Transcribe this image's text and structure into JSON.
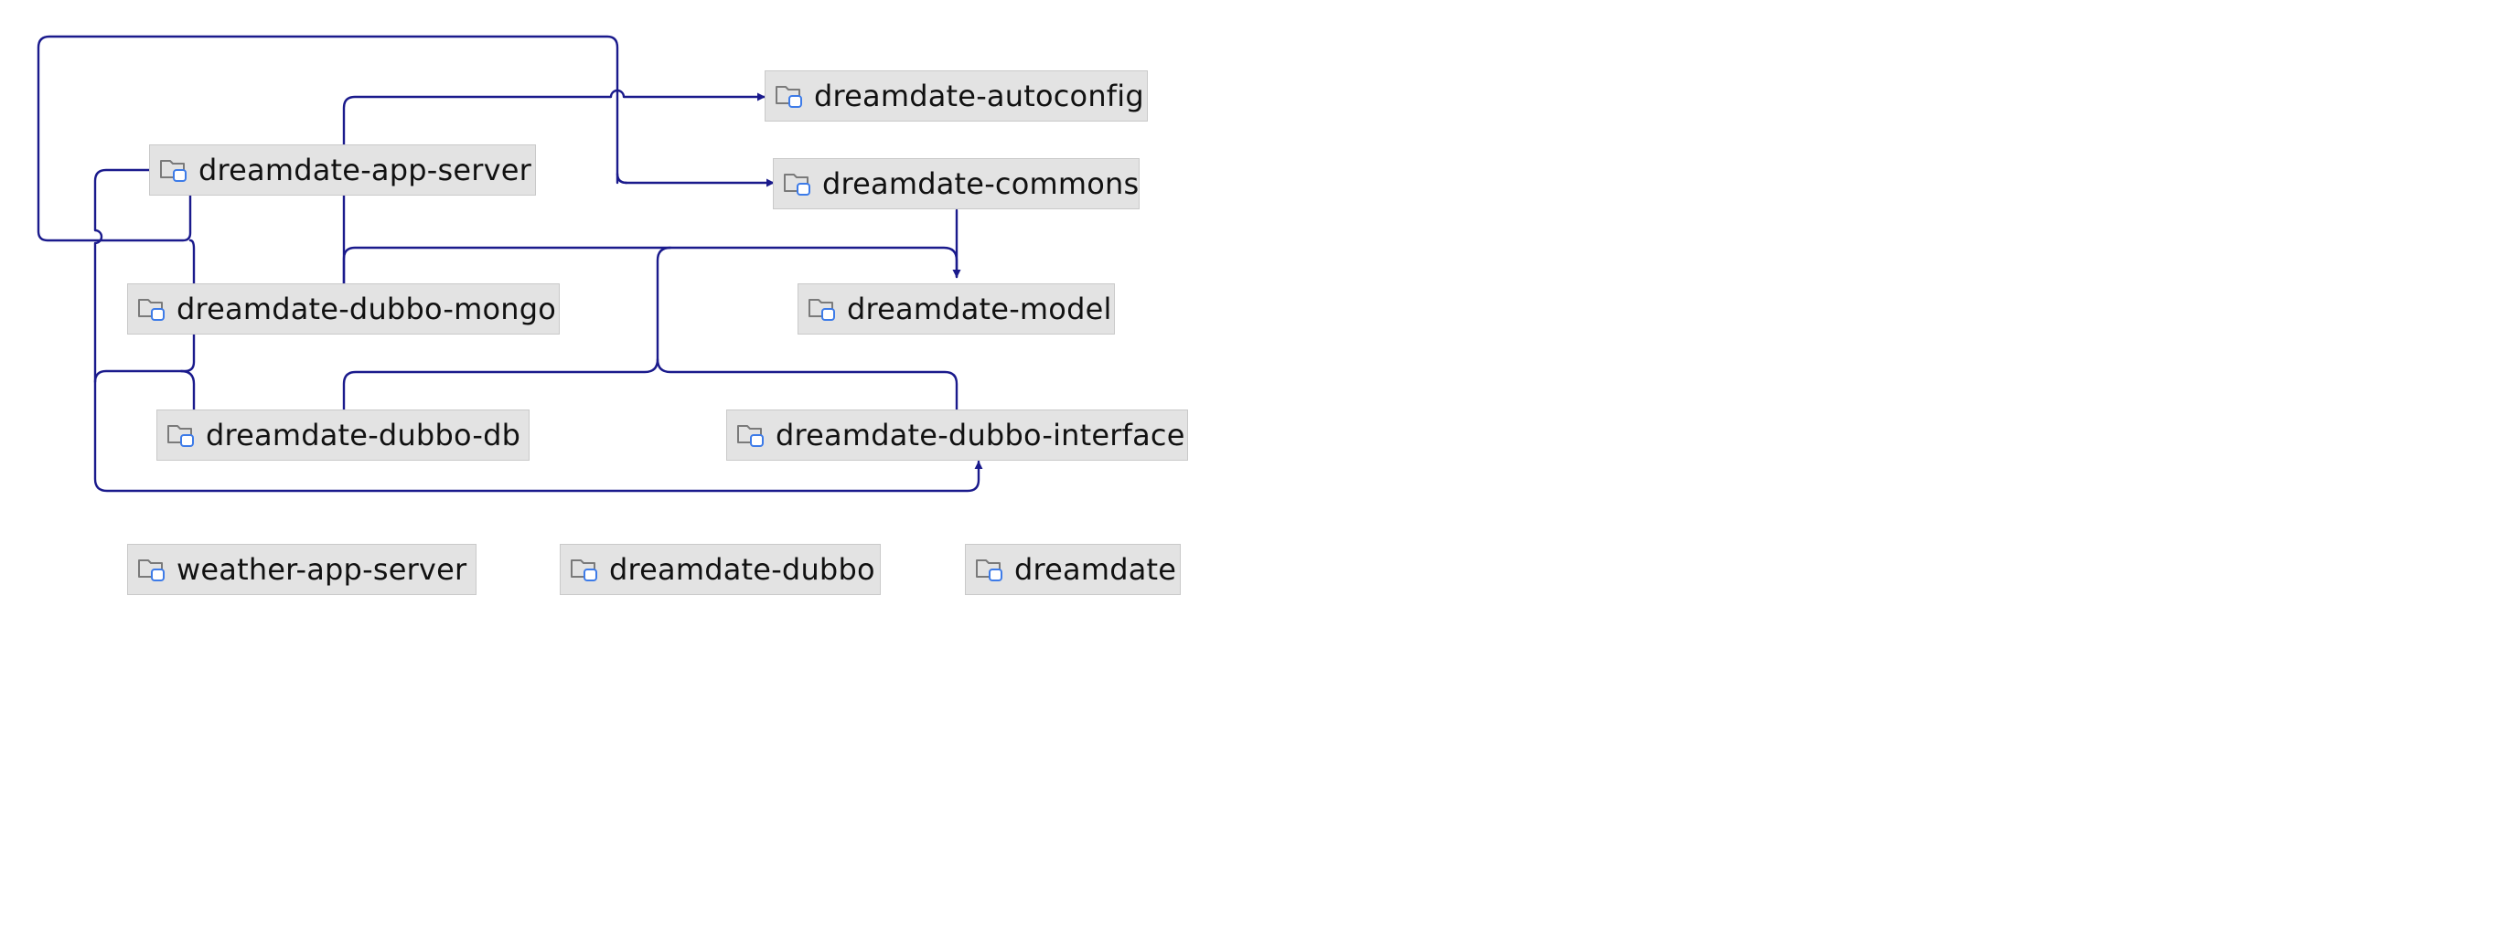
{
  "colors": {
    "edge": "#1a1a8c",
    "node_bg": "#e3e3e3",
    "node_border": "#c9c9c9",
    "folder_outline": "#7a7a7a",
    "module_badge": "#3d7be8"
  },
  "nodes": [
    {
      "id": "autoconfig",
      "name": "node-dreamdate-autoconfig",
      "label": "dreamdate-autoconfig",
      "icon": "module-folder-icon"
    },
    {
      "id": "app_server",
      "name": "node-dreamdate-app-server",
      "label": "dreamdate-app-server",
      "icon": "module-folder-icon"
    },
    {
      "id": "commons",
      "name": "node-dreamdate-commons",
      "label": "dreamdate-commons",
      "icon": "module-folder-icon"
    },
    {
      "id": "dubbo_mongo",
      "name": "node-dreamdate-dubbo-mongo",
      "label": "dreamdate-dubbo-mongo",
      "icon": "module-folder-icon"
    },
    {
      "id": "model",
      "name": "node-dreamdate-model",
      "label": "dreamdate-model",
      "icon": "module-folder-icon"
    },
    {
      "id": "dubbo_db",
      "name": "node-dreamdate-dubbo-db",
      "label": "dreamdate-dubbo-db",
      "icon": "module-folder-icon"
    },
    {
      "id": "dubbo_interface",
      "name": "node-dreamdate-dubbo-interface",
      "label": "dreamdate-dubbo-interface",
      "icon": "module-folder-icon"
    },
    {
      "id": "weather_app_server",
      "name": "node-weather-app-server",
      "label": "weather-app-server",
      "icon": "module-folder-icon"
    },
    {
      "id": "dubbo",
      "name": "node-dreamdate-dubbo",
      "label": "dreamdate-dubbo",
      "icon": "module-folder-icon"
    },
    {
      "id": "dreamdate",
      "name": "node-dreamdate",
      "label": "dreamdate",
      "icon": "module-folder-icon"
    }
  ],
  "edges": [
    {
      "from": "app_server",
      "to": "autoconfig"
    },
    {
      "from": "app_server",
      "to": "commons"
    },
    {
      "from": "app_server",
      "to": "dubbo_interface"
    },
    {
      "from": "commons",
      "to": "model"
    },
    {
      "from": "dubbo_mongo",
      "to": "autoconfig"
    },
    {
      "from": "dubbo_mongo",
      "to": "commons"
    },
    {
      "from": "dubbo_mongo",
      "to": "model"
    },
    {
      "from": "dubbo_mongo",
      "to": "dubbo_interface"
    },
    {
      "from": "dubbo_db",
      "to": "autoconfig"
    },
    {
      "from": "dubbo_db",
      "to": "commons"
    },
    {
      "from": "dubbo_db",
      "to": "model"
    },
    {
      "from": "dubbo_db",
      "to": "dubbo_interface"
    },
    {
      "from": "dubbo_interface",
      "to": "model"
    }
  ]
}
